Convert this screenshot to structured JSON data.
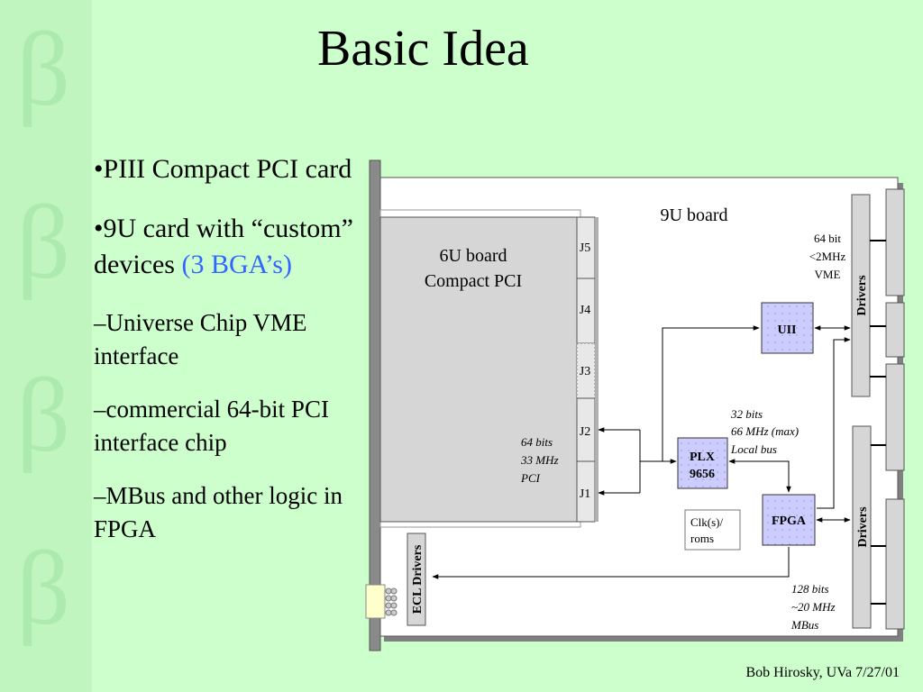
{
  "slide": {
    "title": "Basic Idea",
    "bullets": [
      {
        "prefix": "•",
        "text": "PIII Compact PCI card"
      },
      {
        "prefix": "•",
        "text": "9U card with “custom” devices ",
        "highlight": "(3 BGA’s)"
      },
      {
        "prefix": "–",
        "text": "Universe Chip VME interface"
      },
      {
        "prefix": "–",
        "text": "commercial 64-bit PCI interface chip"
      },
      {
        "prefix": "–",
        "text": "MBus and other logic in FPGA"
      }
    ],
    "footer": "Bob Hirosky, UVa 7/27/01",
    "watermark_glyph": "β",
    "colors": {
      "background": "#ccffcc",
      "highlight": "#3366ff",
      "chip_fill": "#ccccff",
      "board_fill": "#ffffff",
      "module_fill": "#d4d4d4"
    }
  },
  "diagram": {
    "board_9u": "9U board",
    "board_6u_line1": "6U board",
    "board_6u_line2": "Compact PCI",
    "connectors": [
      "J5",
      "J4",
      "J3",
      "J2",
      "J1"
    ],
    "pci_line1": "64 bits",
    "pci_line2": "33 MHz",
    "pci_line3": "PCI",
    "local_line1": "32 bits",
    "local_line2": "66 MHz (max)",
    "local_line3": "Local bus",
    "vme_line1": "64 bit",
    "vme_line2": "<2MHz",
    "vme_line3": "VME",
    "mbus_line1": "128 bits",
    "mbus_line2": "~20 MHz",
    "mbus_line3": "MBus",
    "uii": "UII",
    "plx_line1": "PLX",
    "plx_line2": "9656",
    "fpga": "FPGA",
    "clk_line1": "Clk(s)/",
    "clk_line2": "roms",
    "drivers_top": "Drivers",
    "drivers_bottom": "Drivers",
    "ecl_drivers": "ECL Drivers"
  }
}
